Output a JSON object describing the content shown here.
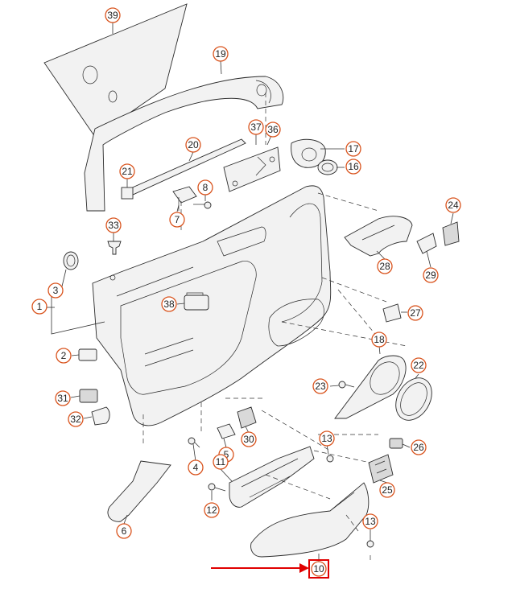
{
  "diagram": {
    "callouts": [
      {
        "id": "c39",
        "label": "39"
      },
      {
        "id": "c19",
        "label": "19"
      },
      {
        "id": "c20",
        "label": "20"
      },
      {
        "id": "c37",
        "label": "37"
      },
      {
        "id": "c36",
        "label": "36"
      },
      {
        "id": "c17",
        "label": "17"
      },
      {
        "id": "c16",
        "label": "16"
      },
      {
        "id": "c21",
        "label": "21"
      },
      {
        "id": "c8",
        "label": "8"
      },
      {
        "id": "c7",
        "label": "7"
      },
      {
        "id": "c24",
        "label": "24"
      },
      {
        "id": "c33",
        "label": "33"
      },
      {
        "id": "c28",
        "label": "28"
      },
      {
        "id": "c29",
        "label": "29"
      },
      {
        "id": "c3",
        "label": "3"
      },
      {
        "id": "c1",
        "label": "1"
      },
      {
        "id": "c38",
        "label": "38"
      },
      {
        "id": "c27",
        "label": "27"
      },
      {
        "id": "c18",
        "label": "18"
      },
      {
        "id": "c2",
        "label": "2"
      },
      {
        "id": "c22",
        "label": "22"
      },
      {
        "id": "c23",
        "label": "23"
      },
      {
        "id": "c31",
        "label": "31"
      },
      {
        "id": "c32",
        "label": "32"
      },
      {
        "id": "c30",
        "label": "30"
      },
      {
        "id": "c13a",
        "label": "13"
      },
      {
        "id": "c26",
        "label": "26"
      },
      {
        "id": "c4",
        "label": "4"
      },
      {
        "id": "c5",
        "label": "5"
      },
      {
        "id": "c11",
        "label": "11"
      },
      {
        "id": "c25",
        "label": "25"
      },
      {
        "id": "c12",
        "label": "12"
      },
      {
        "id": "c6",
        "label": "6"
      },
      {
        "id": "c13b",
        "label": "13"
      },
      {
        "id": "c10",
        "label": "10"
      }
    ],
    "highlight": {
      "label": "10",
      "color": "#e00000"
    },
    "callout_color": "#d9541e"
  }
}
